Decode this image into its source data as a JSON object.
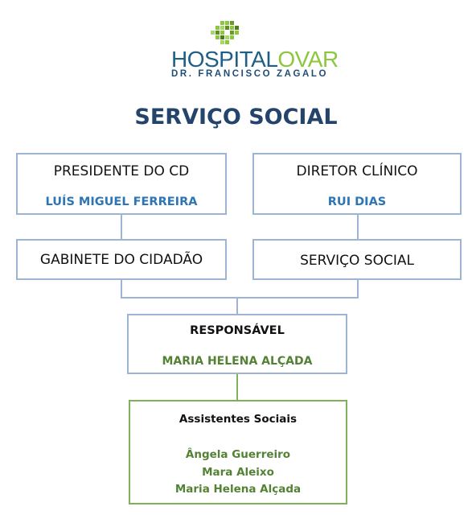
{
  "logo": {
    "hospital": "HOSPITAL",
    "ovar": "OVAR",
    "subtitle": "DR. FRANCISCO ZAGALO"
  },
  "title": "SERVIÇO SOCIAL",
  "boxes": {
    "presidente": {
      "title": "PRESIDENTE DO CD",
      "name": "LUÍS MIGUEL FERREIRA"
    },
    "diretor": {
      "title": "DIRETOR CLÍNICO",
      "name": "RUI DIAS"
    },
    "gabinete": {
      "title": "GABINETE DO CIDADÃO"
    },
    "servico": {
      "title": "SERVIÇO SOCIAL"
    },
    "responsavel": {
      "title": "RESPONSÁVEL",
      "name": "MARIA HELENA ALÇADA"
    },
    "assistentes": {
      "title": "Assistentes Sociais",
      "members": [
        "Ângela Guerreiro",
        "Mara Aleixo",
        "Maria Helena Alçada"
      ]
    }
  },
  "colors": {
    "title": "#24446c",
    "name_blue": "#2e75b6",
    "name_green": "#548235",
    "box_border_blue": "#9db4d4",
    "box_border_green": "#7fb05a",
    "logo_blue": "#1f5f87",
    "logo_green": "#8dc63f"
  }
}
